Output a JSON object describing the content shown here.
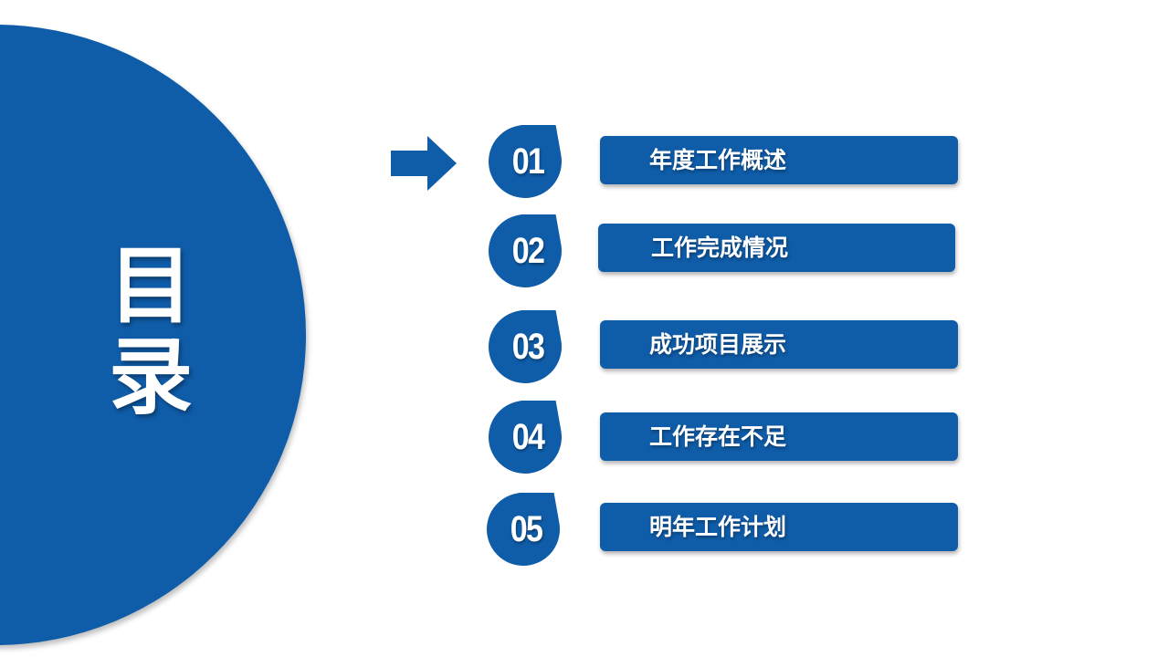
{
  "title": {
    "line1": "目",
    "line2": "录"
  },
  "colors": {
    "primary": "#0f5ca8",
    "text": "#ffffff",
    "background": "#ffffff"
  },
  "pointer": {
    "icon": "right-arrow-icon"
  },
  "items": [
    {
      "number": "01",
      "label": "年度工作概述"
    },
    {
      "number": "02",
      "label": "工作完成情况"
    },
    {
      "number": "03",
      "label": "成功项目展示"
    },
    {
      "number": "04",
      "label": "工作存在不足"
    },
    {
      "number": "05",
      "label": "明年工作计划"
    }
  ]
}
